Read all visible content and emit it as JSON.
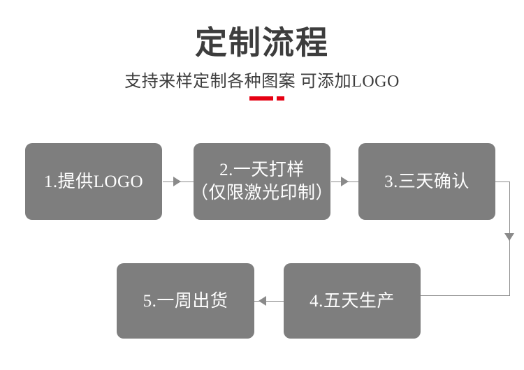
{
  "header": {
    "title": "定制流程",
    "subtitle": "支持来样定制各种图案 可添加LOGO",
    "divider_color": "#e60012",
    "title_color": "#3d3d3d"
  },
  "flow": {
    "box_color": "#7e7e7e",
    "box_text_color": "#ffffff",
    "connector_color": "#8a8a8a",
    "steps": [
      {
        "id": "1",
        "label": "1.提供LOGO",
        "line2": ""
      },
      {
        "id": "2",
        "label": "2.一天打样",
        "line2": "（仅限激光印制）"
      },
      {
        "id": "3",
        "label": "3.三天确认",
        "line2": ""
      },
      {
        "id": "4",
        "label": "4.五天生产",
        "line2": ""
      },
      {
        "id": "5",
        "label": "5.一周出货",
        "line2": ""
      }
    ],
    "connectors": [
      {
        "from": "1",
        "to": "2",
        "direction": "right"
      },
      {
        "from": "2",
        "to": "3",
        "direction": "right"
      },
      {
        "from": "3",
        "to": "4",
        "direction": "down"
      },
      {
        "from": "4",
        "to": "5",
        "direction": "left"
      }
    ]
  }
}
